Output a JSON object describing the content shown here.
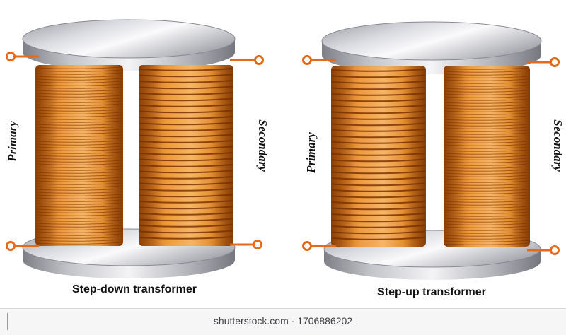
{
  "diagrams": [
    {
      "caption": "Step-down transformer",
      "primary_label": "Primary",
      "secondary_label": "Secondary"
    },
    {
      "caption": "Step-up transformer",
      "primary_label": "Primary",
      "secondary_label": "Secondary"
    }
  ],
  "watermark": {
    "site": "shutterstock.com",
    "separator": "·",
    "image_number": "1706886202"
  },
  "colors": {
    "copper_light": "#f2a54a",
    "copper_dark": "#c2660f",
    "core_light": "#f1f1f3",
    "core_dark": "#8e8f96",
    "terminal": "#e46a1c"
  }
}
